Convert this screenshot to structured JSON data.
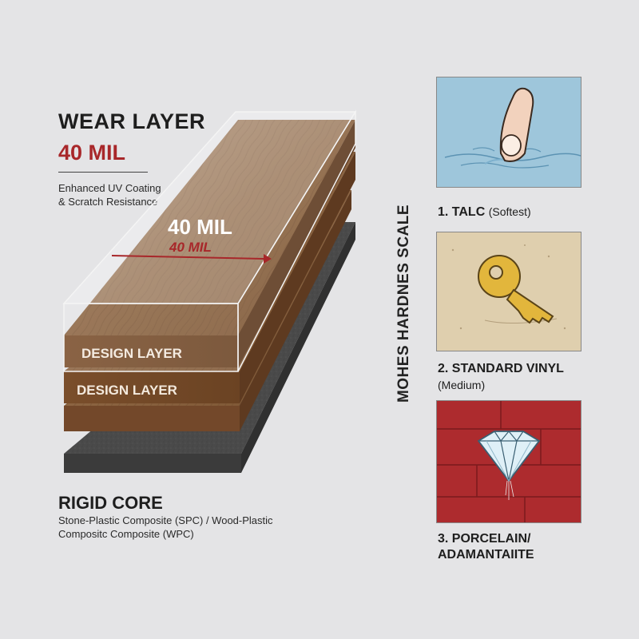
{
  "wear_layer": {
    "title": "WEAR LAYER",
    "thickness": "40 MIL",
    "description_line1": "Enhanced UV Coating",
    "description_line2": "& Scratch Resistance"
  },
  "layer_stack": {
    "wear_label": "40 MIL",
    "wear_arrow_label": "40 MIL",
    "design_label_top": "DESIGN LAYER",
    "design_label_bottom": "DESIGN LAYER"
  },
  "rigid_core": {
    "title": "RIGID CORE",
    "description_line1": "Stone-Plastic Composite (SPC) / Wood-Plastic",
    "description_line2": "Compositc Composite (WPC)"
  },
  "hardness_scale": {
    "title": "MOHES HARDNES SCALE",
    "items": [
      {
        "label": "1. TALC",
        "note": "(Softest)",
        "icon": "finger-press-icon"
      },
      {
        "label": "2. STANDARD VINYL",
        "note": "(Medium)",
        "icon": "key-icon"
      },
      {
        "label": "3. PORCELAIN/",
        "note": "ADAMANTAIITE",
        "icon": "diamond-icon"
      }
    ]
  },
  "colors": {
    "accent_red": "#a8272a",
    "background": "#e4e4e6",
    "talc_panel": "#9ec6db",
    "vinyl_panel": "#dfcfae",
    "porcelain_panel": "#ad2b2e"
  }
}
